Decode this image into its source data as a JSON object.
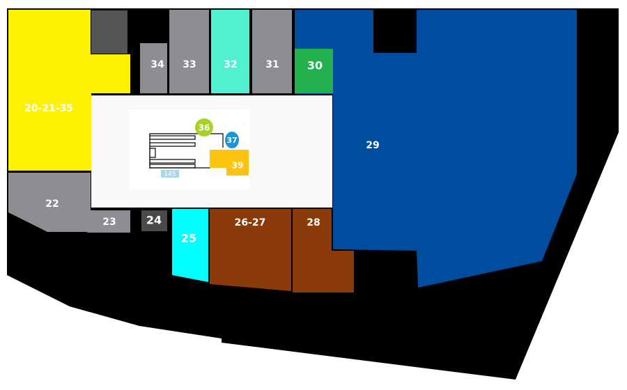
{
  "map": {
    "stalls": {
      "s20_21_35": {
        "label": "20-21-35",
        "color": "#fff200"
      },
      "s22": {
        "label": "22",
        "color": "#8e8e92"
      },
      "s23": {
        "label": "23",
        "color": "#8e8e92"
      },
      "s24": {
        "label": "24",
        "color": "#4a4a4a"
      },
      "s25": {
        "label": "25",
        "color": "#00ffff"
      },
      "s26_27": {
        "label": "26-27",
        "color": "#8b3a0a"
      },
      "s28": {
        "label": "28",
        "color": "#8b3a0a"
      },
      "s29": {
        "label": "29",
        "color": "#004da0"
      },
      "s30": {
        "label": "30",
        "color": "#22b14c"
      },
      "s31": {
        "label": "31",
        "color": "#8e8e92"
      },
      "s32": {
        "label": "32",
        "color": "#50f0d0"
      },
      "s33": {
        "label": "33",
        "color": "#8e8e92"
      },
      "s34": {
        "label": "34",
        "color": "#8e8e92"
      },
      "s36": {
        "label": "36",
        "color": "#a6d22a"
      },
      "s37": {
        "label": "37",
        "color": "#1b95d6"
      },
      "s39": {
        "label": "39",
        "color": "#fcc30f"
      },
      "s145": {
        "label": "145",
        "color": "#a7d8e8"
      }
    }
  }
}
